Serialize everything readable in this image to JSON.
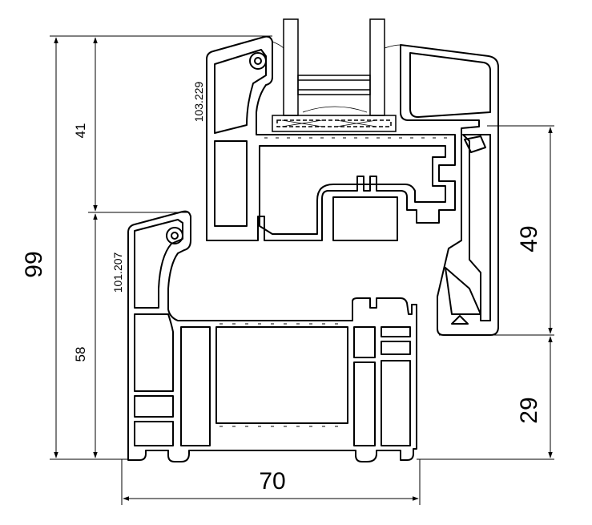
{
  "dimensions": {
    "total_height": "99",
    "upper_height": "41",
    "lower_height": "58",
    "right_upper": "49",
    "right_lower": "29",
    "width": "70"
  },
  "profile_codes": {
    "sash": "103.229",
    "frame": "101.207"
  },
  "colors": {
    "line": "#000000",
    "background": "#ffffff"
  }
}
